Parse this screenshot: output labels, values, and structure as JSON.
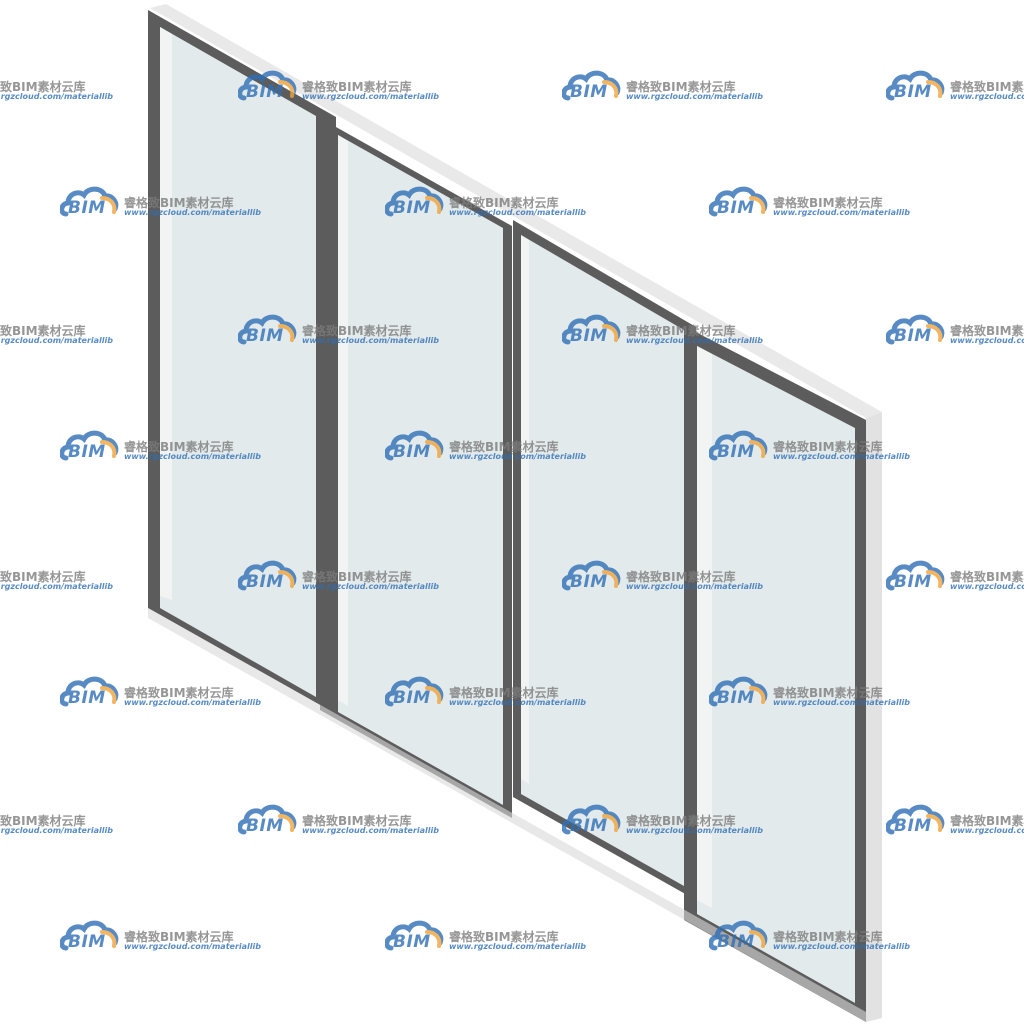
{
  "watermark": {
    "logo_text": "BIM",
    "brand_text": "睿格致BIM素材云库",
    "url_text": "www.rgzcloud.com/materiallib",
    "colors": {
      "logo_blue": "#2f6fb6",
      "logo_orange": "#f0a33a",
      "brand_gray": "#7c7c7c"
    }
  },
  "model": {
    "object": "curtain-wall-window",
    "panel_count": 4,
    "colors": {
      "frame": "#5c5c5c",
      "glass": "#e3eaec",
      "edge": "#dedede",
      "highlight": "#f4f4f4"
    }
  }
}
